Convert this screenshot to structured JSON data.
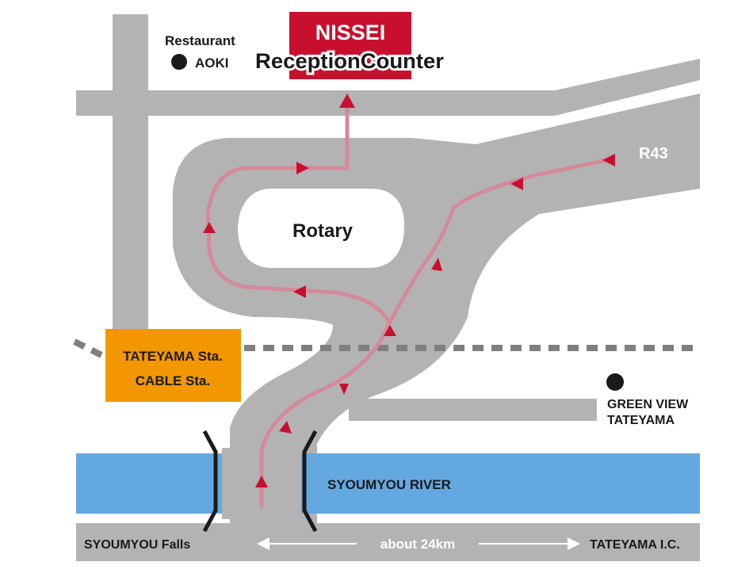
{
  "destination": {
    "line1": "NISSEI",
    "line2": "ReceptionCounter"
  },
  "restaurant": {
    "label": "Restaurant",
    "name": "AOKI"
  },
  "rotary_label": "Rotary",
  "route_label": "R43",
  "station": {
    "line1": "TATEYAMA Sta.",
    "line2": "CABLE Sta."
  },
  "hotel": {
    "line1": "GREEN VIEW",
    "line2": "TATEYAMA"
  },
  "river_label": "SYOUMYOU RIVER",
  "falls_label": "SYOUMYOU Falls",
  "distance_label": "about 24km",
  "interchange_label": "TATEYAMA I.C.",
  "colors": {
    "road": "#b3b3b4",
    "river": "#64a8e0",
    "station_box": "#f29700",
    "destination_box": "#c8102e",
    "route_line": "#d48a99",
    "route_arrow": "#c8102e",
    "railway": "#7f7f7f"
  }
}
